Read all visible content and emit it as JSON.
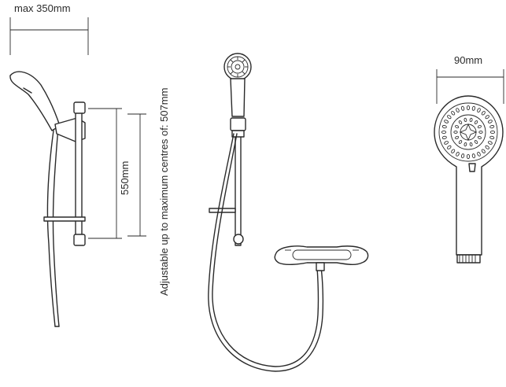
{
  "dimensions": {
    "max_width": "max 350mm",
    "bar_length": "550mm",
    "adjustable_centres": "Adjustable up to maximum centres of: 507mm",
    "head_width": "90mm"
  },
  "colors": {
    "line": "#2a2a2a",
    "background": "#ffffff"
  }
}
